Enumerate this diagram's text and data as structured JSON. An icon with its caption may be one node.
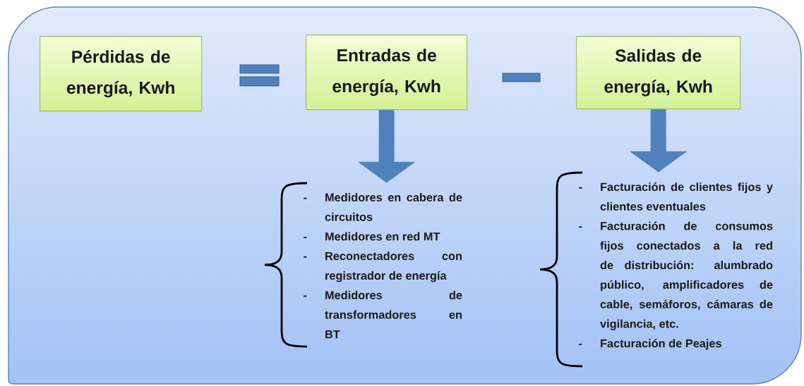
{
  "diagram": {
    "nodes": [
      {
        "text": [],
        "shape": "box"
      },
      {
        "text": [
          "Pérdidas de energía, Kwh"
        ],
        "in": 0
      },
      {
        "text": [
          "Entradas de energía, Kwh"
        ],
        "in": 0
      },
      {
        "text": [
          "Salidas de energía, Kwh"
        ],
        "in": 0
      },
      {
        "text": [
          "Medidores en cabera de circuitos",
          "Medidores en red MT",
          "Reconectadores con registrador de energía",
          "Medidores de transformadores en BT"
        ],
        "in": 0
      },
      {
        "text": [
          "Facturación de clientes fijos y clientes eventuales",
          "Facturación de consumos fijos conectados a la red de distribución: alumbrado público, amplificadores de cable, semáforos, cámaras de vigilancia, etc.",
          "Facturación de Peajes"
        ],
        "in": 0
      }
    ],
    "edges": [
      {
        "from": 2,
        "to": 4,
        "arrow": "to"
      },
      {
        "from": 3,
        "to": 5,
        "arrow": "to"
      }
    ],
    "labels": [
      "-",
      "-",
      "-",
      "-",
      "-",
      "-",
      "-"
    ]
  }
}
